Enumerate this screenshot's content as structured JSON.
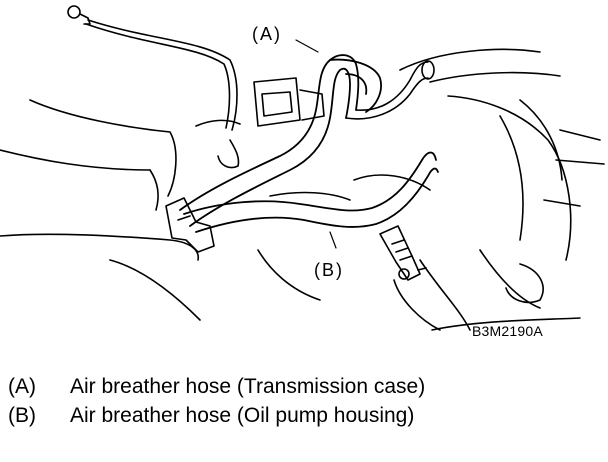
{
  "callouts": {
    "a": "(A)",
    "b": "(B)"
  },
  "figure_code": "B3M2190A",
  "legend": [
    {
      "key": "(A)",
      "text": "Air breather hose (Transmission case)"
    },
    {
      "key": "(B)",
      "text": "Air breather hose (Oil pump housing)"
    }
  ]
}
